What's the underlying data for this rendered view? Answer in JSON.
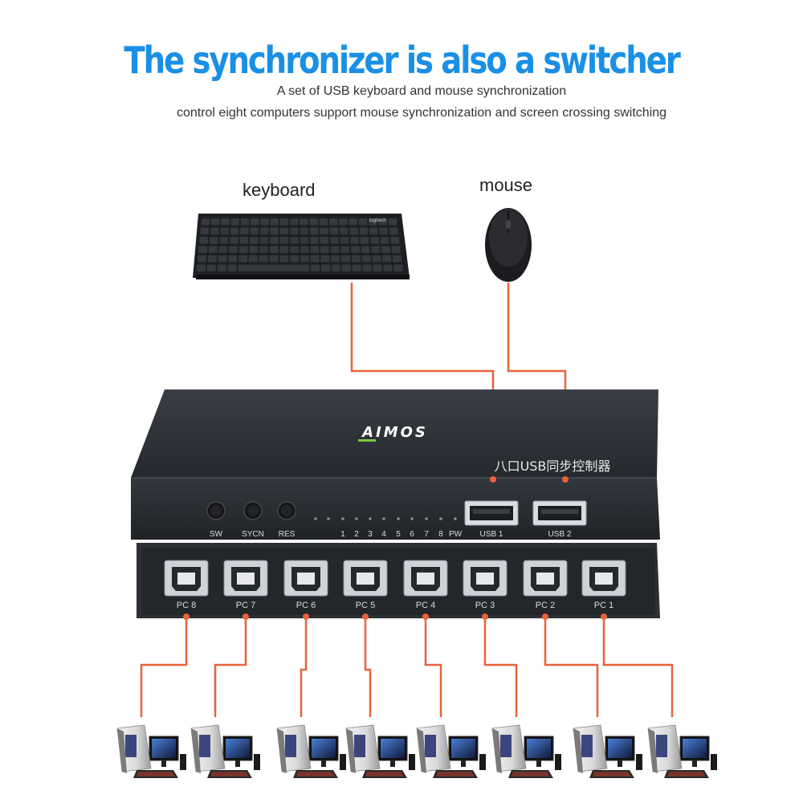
{
  "headline": "The synchronizer is also a switcher",
  "subtitle_line1": "A set of USB keyboard and mouse synchronization",
  "subtitle_line2": "control eight computers support mouse synchronization and screen crossing switching",
  "keyboard_label": "keyboard",
  "mouse_label": "mouse",
  "keyboard_brand": "logitech",
  "device": {
    "brand": "AIMOS",
    "model_text": "八口USB同步控制器",
    "buttons": [
      "SW",
      "SYCN",
      "RES"
    ],
    "led_labels": [
      "1",
      "2",
      "3",
      "4",
      "5",
      "6",
      "7",
      "8",
      "PW"
    ],
    "usb_ports": [
      "USB 1",
      "USB 2"
    ],
    "pc_ports": [
      "PC 8",
      "PC 7",
      "PC 6",
      "PC 5",
      "PC 4",
      "PC 3",
      "PC 2",
      "PC 1"
    ]
  },
  "colors": {
    "headline": "#1a8fe6",
    "cable": "#e8623a",
    "device_body": "#2a2d32",
    "brand_accent": "#7ac943"
  }
}
